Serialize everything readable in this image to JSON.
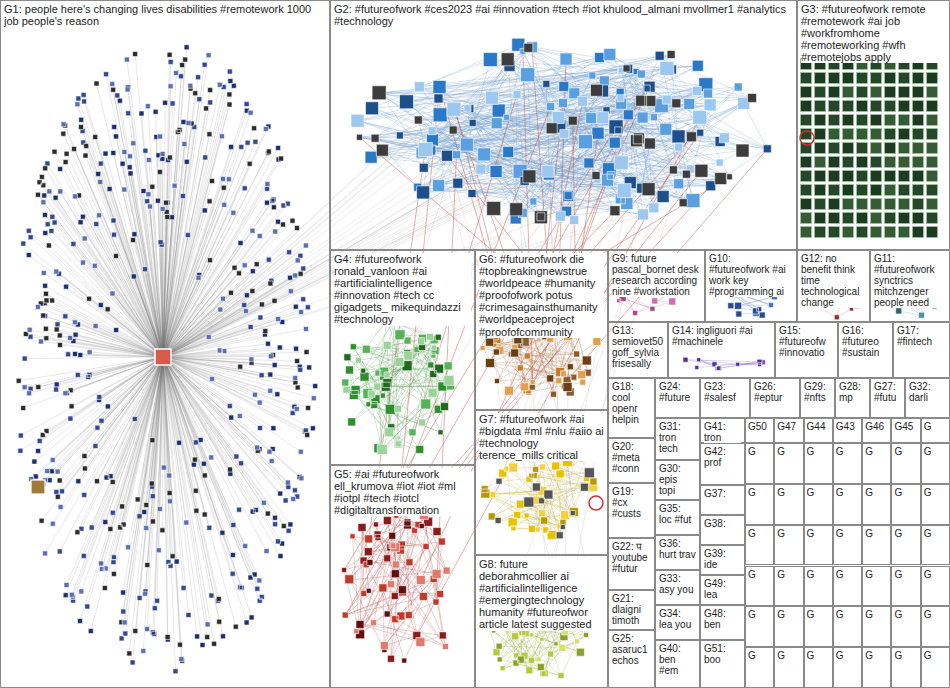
{
  "diagram": {
    "nodes": [
      {
        "text": [
          "G1: people here's changing lives disabilities #remotework 1000 job people's reason"
        ]
      },
      {
        "text": [
          "G2: #futureofwork #ces2023 #ai #innovation #tech #iot khulood_almani mvollmer1 #analytics #technology"
        ]
      },
      {
        "text": [
          "G3: #futureofwork remote #remotework #ai job #workfromhome #remoteworking #wfh #remotejobs apply"
        ]
      },
      {
        "text": [
          "G4: #futureofwork ronald_vanloon #ai #artificialintelligence #innovation #tech cc gigadgets_ mikequindazzi #technology"
        ]
      },
      {
        "text": [
          "G6: #futureofwork die #topbreakingnewstrue #worldpeace #humanity #proofofwork potus #crimesagainsthumanity #worldpeaceproject #proofofcommunity"
        ]
      },
      {
        "text": [
          "G9: future pascal_bornet desk research according nine #workstation"
        ]
      },
      {
        "text": [
          "G10: #futureofwork #ai work key #programming ai"
        ]
      },
      {
        "text": [
          "G12: no benefit think time technological change"
        ]
      },
      {
        "text": [
          "G11: #futureofwork synctrics mitchzenger people need"
        ]
      },
      {
        "text": [
          "G13: semiovet50 goff_sylvia frisesally"
        ]
      },
      {
        "text": [
          "G14: ingliguori #ai #machinele"
        ]
      },
      {
        "text": [
          "G15: #futureofw #innovatio"
        ]
      },
      {
        "text": [
          "G16: #futureo #sustain"
        ]
      },
      {
        "text": [
          "G17: #fintech"
        ]
      },
      {
        "text": [
          "G7: #futureofwork #ai #bigdata #ml #nlu #aiio ai #technology terence_mills critical"
        ]
      },
      {
        "text": [
          "G5: #ai #futureofwork ell_krumova #iot #iot #ml #iotpl #tech #iotcl #digitaltransformation"
        ]
      },
      {
        "text": [
          "G8: future deborahmcollier ai #artificialintelligence #emergingtechnology humanity #futureofwor article latest suggested"
        ]
      },
      {
        "text": [
          "G18: cool openr helpin"
        ]
      },
      {
        "text": [
          "G20: #meta #conn"
        ]
      },
      {
        "text": [
          "G19: #cx #custs"
        ]
      },
      {
        "text": [
          "G22: प youtube #futur"
        ]
      },
      {
        "text": [
          "G21: dlaigni timoth"
        ]
      },
      {
        "text": [
          "G25: asaruc1 echos"
        ]
      },
      {
        "text": [
          "G24: #future"
        ]
      },
      {
        "text": [
          "G31: tron tech"
        ]
      },
      {
        "text": [
          "G30: epis topi"
        ]
      },
      {
        "text": [
          "G35: loc #fut"
        ]
      },
      {
        "text": [
          "G36: hurt trav"
        ]
      },
      {
        "text": [
          "G33: asy you"
        ]
      },
      {
        "text": [
          "G34: lea you"
        ]
      },
      {
        "text": [
          "G40: ben #em"
        ]
      },
      {
        "text": [
          "G23: #salesf"
        ]
      },
      {
        "text": [
          "G26: #eptur"
        ]
      },
      {
        "text": [
          "G29: #nfts"
        ]
      },
      {
        "text": [
          "G28: mp"
        ]
      },
      {
        "text": [
          "G27: #futu"
        ]
      },
      {
        "text": [
          "G32: darli"
        ]
      },
      {
        "text": [
          "G41: tron"
        ]
      },
      {
        "text": [
          "G42: prof"
        ]
      },
      {
        "text": [
          "G37:"
        ]
      },
      {
        "text": [
          "G38:"
        ]
      },
      {
        "text": [
          "G39: ide"
        ]
      },
      {
        "text": [
          "G49: lea"
        ]
      },
      {
        "text": [
          "G48: ben"
        ]
      },
      {
        "text": [
          "G51: boo"
        ]
      },
      {
        "text": [
          "G50"
        ]
      },
      {
        "text": [
          "G47"
        ]
      },
      {
        "text": [
          "G44"
        ]
      },
      {
        "text": [
          "G43"
        ]
      },
      {
        "text": [
          "G46"
        ]
      },
      {
        "text": [
          "G45"
        ]
      },
      {
        "text": [
          "G"
        ]
      },
      {
        "text": [
          "G"
        ]
      },
      {
        "text": [
          "G"
        ]
      },
      {
        "text": [
          "G"
        ]
      },
      {
        "text": [
          "G"
        ]
      },
      {
        "text": [
          "G"
        ]
      },
      {
        "text": [
          "G"
        ]
      },
      {
        "text": [
          "G"
        ]
      },
      {
        "text": [
          "G"
        ]
      },
      {
        "text": [
          "G"
        ]
      },
      {
        "text": [
          "G"
        ]
      },
      {
        "text": [
          "G"
        ]
      },
      {
        "text": [
          "G"
        ]
      },
      {
        "text": [
          "G"
        ]
      },
      {
        "text": [
          "G"
        ]
      },
      {
        "text": [
          "G"
        ]
      },
      {
        "text": [
          "G"
        ]
      },
      {
        "text": [
          "G"
        ]
      },
      {
        "text": [
          "G"
        ]
      },
      {
        "text": [
          "G"
        ]
      },
      {
        "text": [
          "G"
        ]
      },
      {
        "text": [
          "G"
        ]
      },
      {
        "text": [
          "G"
        ]
      },
      {
        "text": [
          "G"
        ]
      },
      {
        "text": [
          "G"
        ]
      },
      {
        "text": [
          "G"
        ]
      },
      {
        "text": [
          "G"
        ]
      },
      {
        "text": [
          "G"
        ]
      },
      {
        "text": [
          "G"
        ]
      },
      {
        "text": [
          "G"
        ]
      },
      {
        "text": [
          "G"
        ]
      },
      {
        "text": [
          "G"
        ]
      },
      {
        "text": [
          "G"
        ]
      },
      {
        "text": [
          "G"
        ]
      },
      {
        "text": [
          "G"
        ]
      },
      {
        "text": [
          "G"
        ]
      },
      {
        "text": [
          "G"
        ]
      },
      {
        "text": [
          "G"
        ]
      },
      {
        "text": [
          "G"
        ]
      },
      {
        "text": [
          "G"
        ]
      },
      {
        "text": [
          "G"
        ]
      },
      {
        "text": [
          "G"
        ]
      },
      {
        "text": [
          "G"
        ]
      }
    ]
  }
}
